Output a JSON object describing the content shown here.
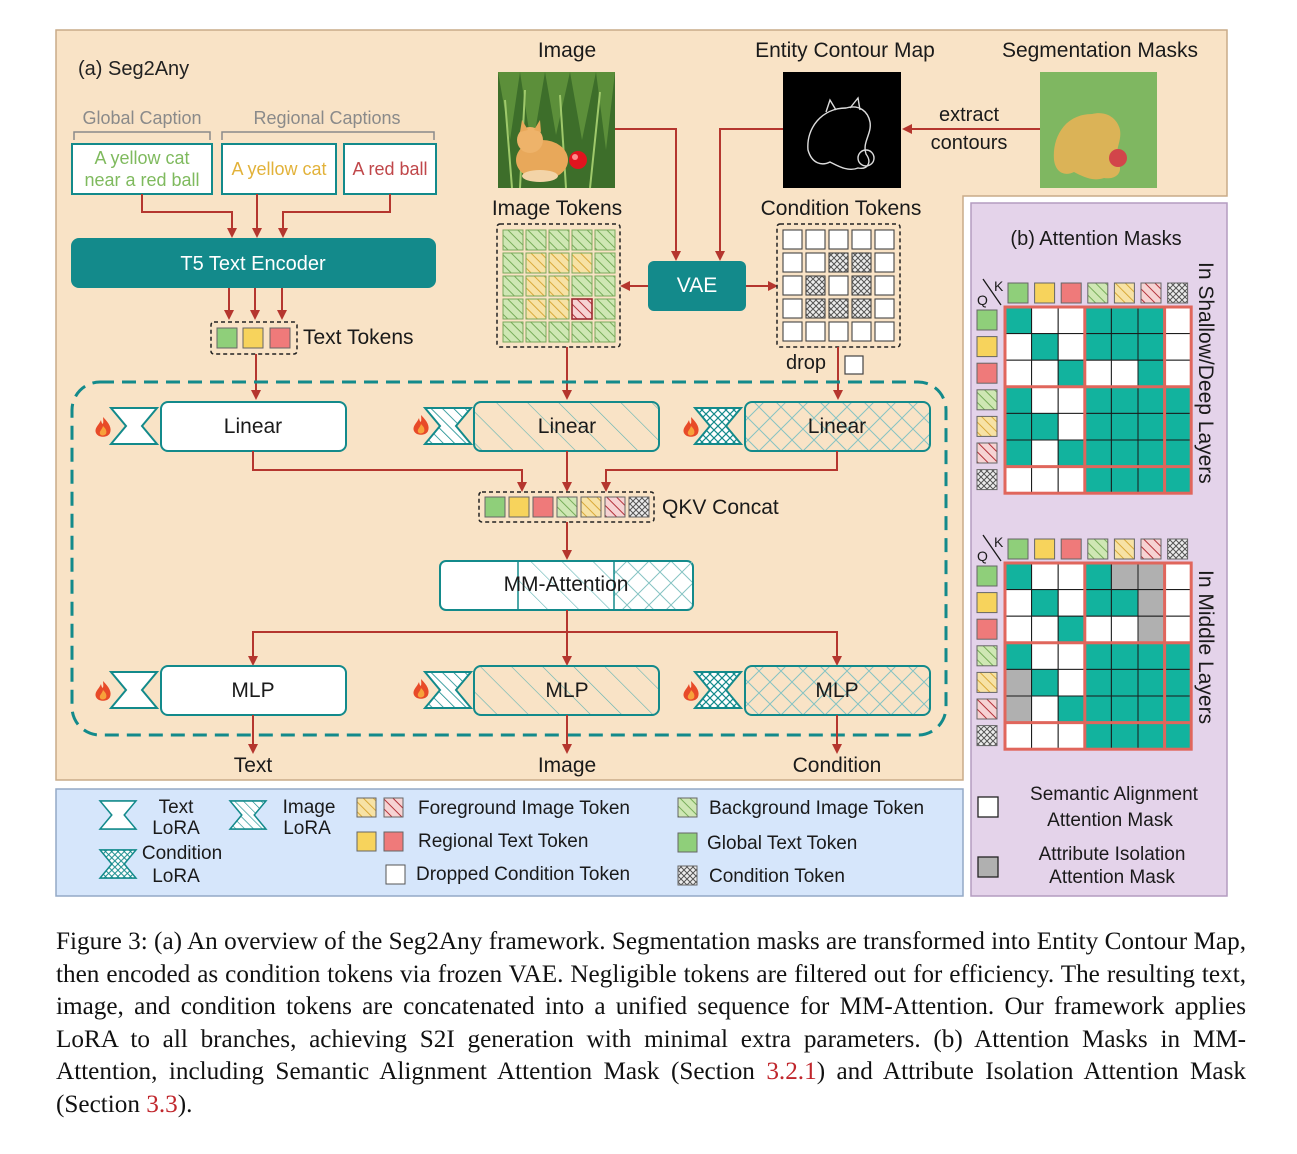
{
  "colors": {
    "panel_a": "#f9e3c6",
    "panel_b": "#e4d3ea",
    "legend_bg": "#d6e6fb",
    "teal": "#138a8b",
    "token_green": "#8fcf7a",
    "token_yellow": "#f7d35c",
    "token_red": "#ef7a7a",
    "arrow_red": "#b5362e",
    "mask_teal": "#12b39e",
    "mask_gray": "#b0b0b0",
    "mask_border": "#e0665c"
  },
  "panel_a": {
    "title": "(a) Seg2Any",
    "global_caption_label": "Global Caption",
    "regional_captions_label": "Regional Captions",
    "global_caption_line1": "A yellow cat",
    "global_caption_line2": "near a red ball",
    "regional_caption_1": "A yellow cat",
    "regional_caption_2": "A red ball",
    "t5_encoder": "T5 Text Encoder",
    "text_tokens": "Text Tokens",
    "image_label": "Image",
    "entity_contour_label": "Entity Contour Map",
    "segmentation_label": "Segmentation Masks",
    "extract_line1": "extract",
    "extract_line2": "contours",
    "image_tokens_label": "Image Tokens",
    "condition_tokens_label": "Condition Tokens",
    "vae": "VAE",
    "drop": "drop",
    "linear": "Linear",
    "qkv_concat": "QKV Concat",
    "mm_attention": "MM-Attention",
    "mlp": "MLP",
    "out_text": "Text",
    "out_image": "Image",
    "out_condition": "Condition"
  },
  "panel_b": {
    "title": "(b) Attention Masks",
    "q": "Q",
    "k": "K",
    "side_shallow": "In Shallow/Deep Layers",
    "side_middle": "In Middle Layers",
    "legend_white_line1": "Semantic Alignment",
    "legend_white_line2": "Attention Mask",
    "legend_gray_line1": "Attribute Isolation",
    "legend_gray_line2": "Attention Mask",
    "shallow_matrix": [
      [
        1,
        0,
        0,
        1,
        1,
        1,
        0
      ],
      [
        0,
        1,
        0,
        1,
        1,
        1,
        0
      ],
      [
        0,
        0,
        1,
        0,
        0,
        1,
        0
      ],
      [
        1,
        0,
        0,
        1,
        1,
        1,
        1
      ],
      [
        1,
        1,
        0,
        1,
        1,
        1,
        1
      ],
      [
        1,
        0,
        1,
        1,
        1,
        1,
        1
      ],
      [
        0,
        0,
        0,
        1,
        1,
        1,
        1
      ]
    ],
    "middle_matrix": [
      [
        1,
        0,
        0,
        1,
        2,
        2,
        0
      ],
      [
        0,
        1,
        0,
        1,
        1,
        2,
        0
      ],
      [
        0,
        0,
        1,
        0,
        0,
        2,
        0
      ],
      [
        1,
        0,
        0,
        1,
        1,
        1,
        1
      ],
      [
        2,
        1,
        0,
        1,
        1,
        1,
        1
      ],
      [
        2,
        0,
        1,
        1,
        1,
        1,
        1
      ],
      [
        0,
        0,
        0,
        1,
        1,
        1,
        1
      ]
    ]
  },
  "legend": {
    "text_lora_1": "Text",
    "text_lora_2": "LoRA",
    "image_lora_1": "Image",
    "image_lora_2": "LoRA",
    "condition_lora_1": "Condition",
    "condition_lora_2": "LoRA",
    "fg_token": "Foreground Image Token",
    "bg_token": "Background Image Token",
    "regional_text": "Regional Text Token",
    "global_text": "Global Text Token",
    "dropped_cond": "Dropped Condition Token",
    "cond_token": "Condition Token"
  },
  "caption": {
    "part1": "Figure 3: (a) An overview of the Seg2Any framework. Segmentation masks are transformed into Entity Contour Map, then encoded as condition tokens via frozen VAE. Negligible tokens are filtered out for efficiency. The resulting text, image, and condition tokens are concatenated into a unified sequence for MM-Attention. Our framework applies LoRA to all branches, achieving S2I generation with minimal extra parameters. (b) Attention Masks in MM-Attention, including Semantic Alignment Attention Mask (Section ",
    "ref1": "3.2.1",
    "part2": ") and Attribute Isolation Attention Mask (Section ",
    "ref2": "3.3",
    "part3": ")."
  }
}
